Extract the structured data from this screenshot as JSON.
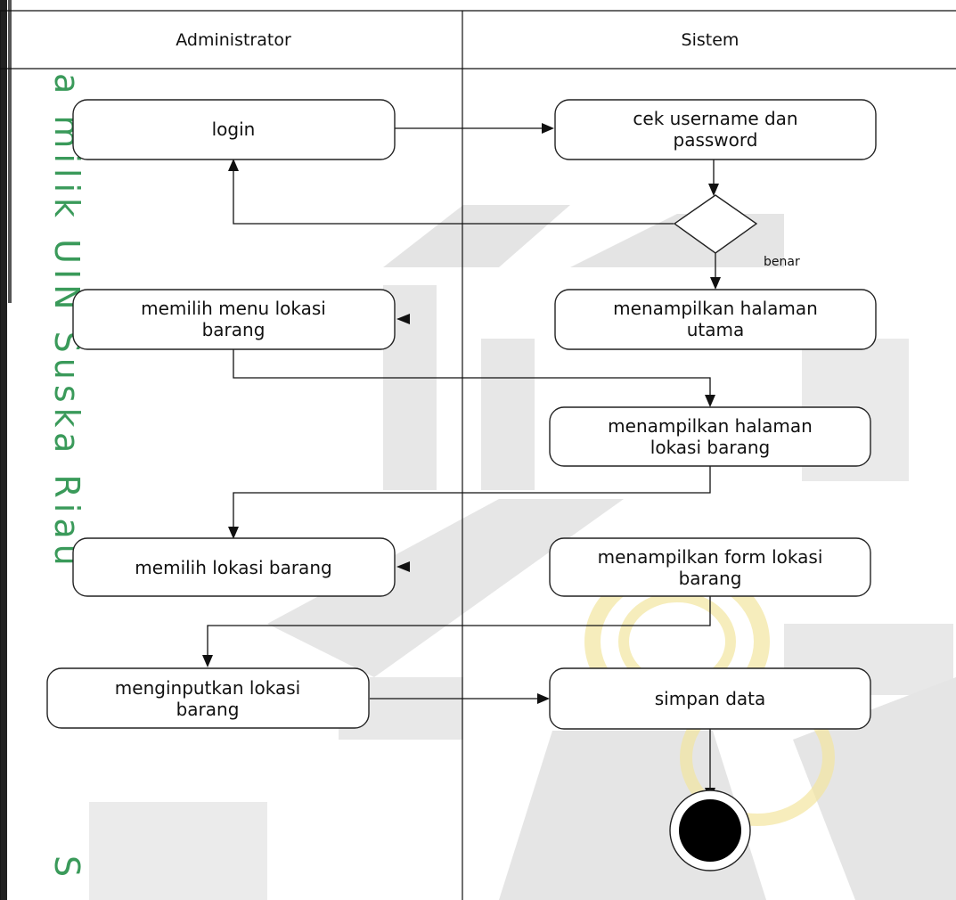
{
  "watermark": {
    "text": "a milik UIN Suska Riau",
    "corner_text": "S",
    "color": "#3a9a5a",
    "emblem_color": "#cfcfcf",
    "seal_color": "#f3e6a0"
  },
  "swimlanes": [
    {
      "name": "Administrator"
    },
    {
      "name": "Sistem"
    }
  ],
  "activities": {
    "login": [
      "login"
    ],
    "cek_username": [
      "cek username dan",
      "password"
    ],
    "memilih_menu": [
      "memilih menu lokasi",
      "barang"
    ],
    "tampil_halaman_utama": [
      "menampilkan halaman",
      "utama"
    ],
    "tampil_halaman_lokasi": [
      "menampilkan halaman",
      "lokasi barang"
    ],
    "memilih_lokasi": [
      "memilih lokasi barang"
    ],
    "tampil_form": [
      "menampilkan form lokasi",
      "barang"
    ],
    "menginputkan": [
      "menginputkan lokasi",
      "barang"
    ],
    "simpan": [
      "simpan data"
    ]
  },
  "guard": {
    "benar": "benar"
  },
  "colors": {
    "line": "#111111",
    "end_node": "#000000"
  }
}
